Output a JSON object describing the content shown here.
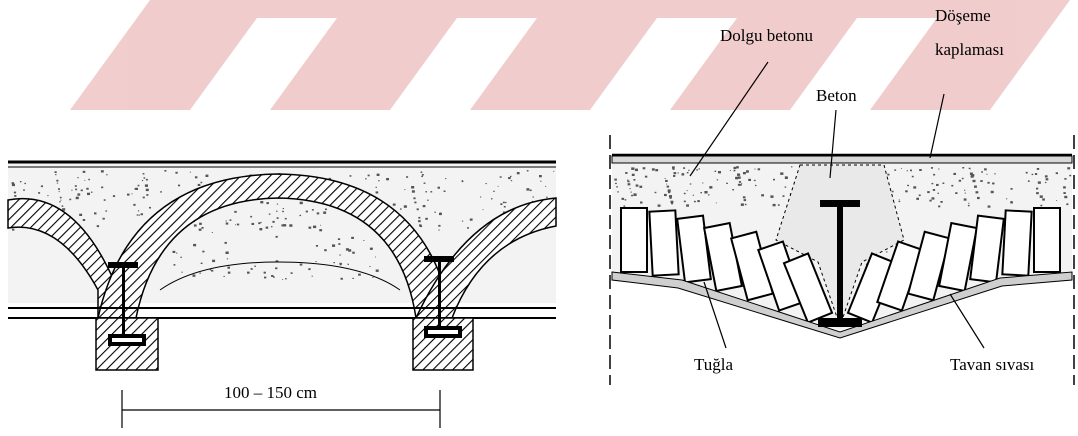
{
  "left_diagram": {
    "span_label": "100 – 150 cm"
  },
  "right_diagram": {
    "labels": {
      "dolgu_betonu": "Dolgu betonu",
      "doseme_line1": "Döşeme",
      "doseme_line2": "kaplaması",
      "beton": "Beton",
      "tugla": "Tuğla",
      "tavan_sivasi": "Tavan sıvası"
    }
  },
  "colors": {
    "ink": "#000000",
    "watermark": "#e6a4a4",
    "concrete": "#f3f3f3",
    "speckle": "#555555",
    "brick_face": "#ffffff"
  }
}
